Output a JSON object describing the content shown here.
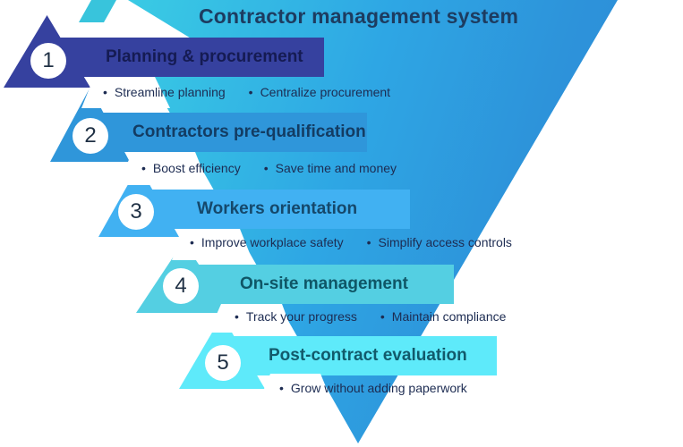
{
  "page": {
    "title": "Contractor management system"
  },
  "ui": {
    "bullet": "•",
    "main_title_color": "#1d3c60",
    "bullet_text_color": "#1d2c52",
    "number_color": "#1f3044",
    "band_color": "#38c4dc",
    "funnel_gradient": "linear-gradient(108deg, #40d8e2 0%, #38c6e4 20%, #2ea6e4 48%, #2d93da 70%, #2b85d4 100%)"
  },
  "steps": [
    {
      "number": "1",
      "title": "Planning & procurement",
      "color": "#36419f",
      "title_color": "#151b53",
      "bullets": [
        "Streamline planning",
        "Centralize procurement"
      ]
    },
    {
      "number": "2",
      "title": "Contractors pre-qualification",
      "color": "#2f96da",
      "title_color": "#133c63",
      "bullets": [
        "Boost efficiency",
        "Save time and money"
      ]
    },
    {
      "number": "3",
      "title": "Workers orientation",
      "color": "#41b1f2",
      "title_color": "#15486b",
      "bullets": [
        "Improve workplace safety",
        "Simplify access controls"
      ]
    },
    {
      "number": "4",
      "title": "On-site management",
      "color": "#54cfe2",
      "title_color": "#0f5666",
      "bullets": [
        "Track your progress",
        "Maintain compliance"
      ]
    },
    {
      "number": "5",
      "title": "Post-contract evaluation",
      "color": "#5eeafa",
      "title_color": "#125a6b",
      "bullets": [
        "Grow without adding paperwork"
      ]
    }
  ]
}
